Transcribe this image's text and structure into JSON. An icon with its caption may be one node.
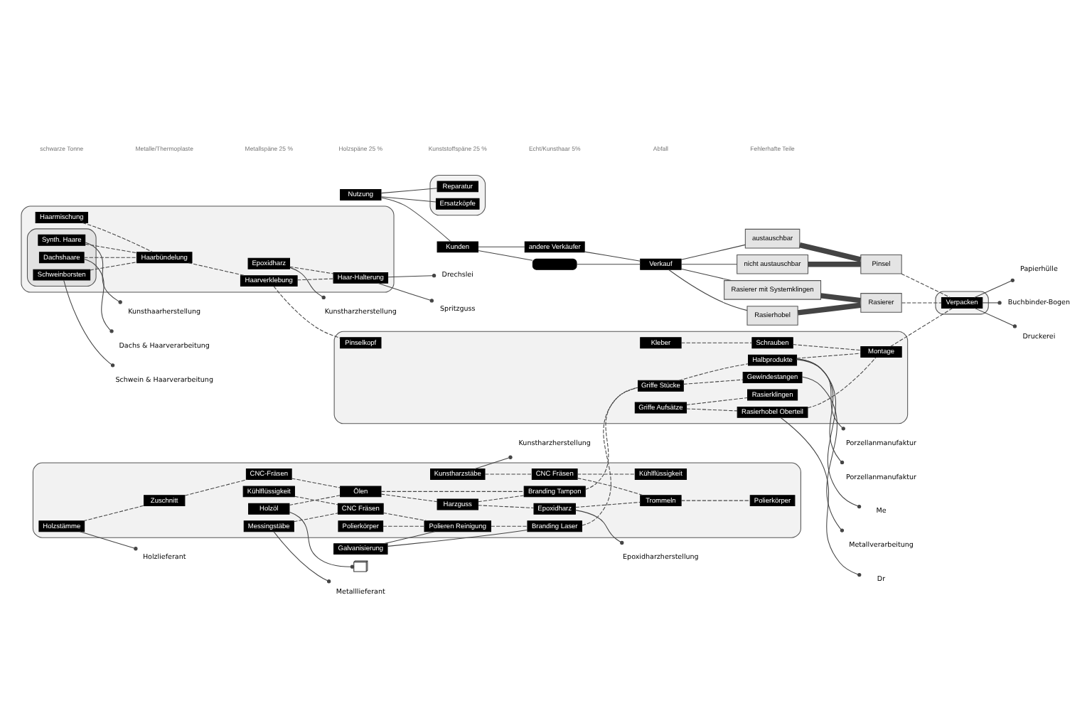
{
  "diagram": {
    "nodes": [
      {
        "text": [],
        "shape": "box"
      },
      {
        "text": [
          "Metalllieferant"
        ]
      },
      {
        "text": [],
        "shape": "picture"
      },
      {
        "text": [
          "Holzlieferant"
        ]
      },
      {
        "text": [
          "Epoxidharzherstellung"
        ]
      },
      {
        "text": [
          "Kunstharzherstellung"
        ]
      },
      {
        "text": [
          "Messingstäbe"
        ],
        "in": 0
      },
      {
        "text": [
          "Holzstämme"
        ],
        "in": 0
      },
      {
        "text": [
          "Kunstharzstäbe"
        ],
        "in": 0
      },
      {
        "text": [
          "Zuschnitt"
        ],
        "in": 0
      },
      {
        "text": [
          "Kühlflüssigkeit"
        ],
        "in": 0
      },
      {
        "text": [
          "CNC Fräsen"
        ],
        "in": 0
      },
      {
        "text": [
          "CNC-Fräsen"
        ],
        "in": 0
      },
      {
        "text": [
          "CNC Fräsen"
        ],
        "in": 0
      },
      {
        "text": [
          "Kühlflüssigkeit"
        ],
        "in": 0
      },
      {
        "text": [
          "Polierkörper"
        ],
        "in": 0
      },
      {
        "text": [
          "Polieren Reinigung"
        ],
        "in": 0
      },
      {
        "text": [
          "Holzöl"
        ],
        "in": 0
      },
      {
        "text": [
          "Ölen"
        ],
        "in": 0
      },
      {
        "text": [
          "Harzguss"
        ],
        "in": 0
      },
      {
        "text": [
          "Epoxidharz"
        ],
        "in": 0
      },
      {
        "text": [
          "Trommeln"
        ],
        "in": 0
      },
      {
        "text": [
          "Polierkörper"
        ],
        "in": 0
      },
      {
        "text": [
          "Galvanisierung"
        ]
      },
      {
        "text": [
          "Branding Laser"
        ],
        "in": 0
      },
      {
        "text": [
          "Branding Tampon"
        ],
        "in": 0
      },
      {
        "text": [
          "Kunsthaarherstellung"
        ]
      },
      {
        "text": [
          "Dachs & Haarverarbeitung"
        ]
      },
      {
        "text": [
          "Schwein & Haarverarbeitung"
        ]
      },
      {
        "text": [],
        "shape": "box"
      },
      {
        "text": [],
        "shape": "box",
        "in": 29
      },
      {
        "text": [
          "Synth. Haare"
        ],
        "in": 30
      },
      {
        "text": [
          "Dachshaare"
        ],
        "in": 30
      },
      {
        "text": [
          "Schweinborsten"
        ],
        "in": 30
      },
      {
        "text": [
          "Haarmischung"
        ],
        "in": 29
      },
      {
        "text": [
          "Haarbündelung"
        ],
        "in": 29
      },
      {
        "text": [
          "Epoxidharz"
        ],
        "in": 29
      },
      {
        "text": [
          "Haarverklebung"
        ],
        "in": 29
      },
      {
        "text": [
          "Haar-Halterung"
        ],
        "in": 29
      },
      {
        "text": [
          "Kunstharzherstellung"
        ]
      },
      {
        "text": [
          "Drechslei"
        ]
      },
      {
        "text": [
          "Spritzguss"
        ]
      },
      {
        "text": [
          "Porzellanmanufaktur"
        ]
      },
      {
        "text": [
          "Porzellanmanufaktur"
        ]
      },
      {
        "text": [
          "Me"
        ]
      },
      {
        "text": [],
        "shape": "box"
      },
      {
        "text": [
          "Pinselkopf"
        ],
        "in": 45
      },
      {
        "text": [
          "Griffe Stücke"
        ],
        "in": 45
      },
      {
        "text": [
          "Halbprodukte"
        ],
        "in": 45
      },
      {
        "text": [
          "Gewindestangen"
        ],
        "in": 45
      },
      {
        "text": [
          "Griffe Aufsätze"
        ],
        "in": 45
      },
      {
        "text": [
          "Rasierklingen"
        ],
        "in": 45
      },
      {
        "text": [
          "Rasierhobel Oberteil"
        ],
        "in": 45
      },
      {
        "text": [
          "Montage"
        ],
        "in": 45
      },
      {
        "text": [
          "Kleber"
        ],
        "in": 45
      },
      {
        "text": [
          "Schrauben"
        ],
        "in": 45
      },
      {
        "text": [
          "Metallverarbeitung"
        ]
      },
      {
        "text": [
          "Dr"
        ]
      },
      {
        "text": [],
        "shape": "box"
      },
      {
        "text": [
          "Verpacken"
        ],
        "in": 58
      },
      {
        "text": [
          "Papierhülle"
        ]
      },
      {
        "text": [
          "Buchbinder-Bogen"
        ]
      },
      {
        "text": [
          "Druckerei"
        ]
      },
      {
        "text": [],
        "shape": "box"
      },
      {
        "text": [
          "Reparatur"
        ],
        "in": 63
      },
      {
        "text": [
          "Ersatzköpfe"
        ],
        "in": 63
      },
      {
        "text": [
          "Nutzung"
        ]
      },
      {
        "text": [
          "Kunden"
        ]
      },
      {
        "text": [],
        "shape": "box"
      },
      {
        "text": [
          "andere Verkäufer"
        ]
      },
      {
        "text": [
          "Verkauf"
        ]
      },
      {
        "text": [
          "austauschbar"
        ]
      },
      {
        "text": [
          "nicht austauschbar"
        ]
      },
      {
        "text": [
          "Rasierer mit Systemklingen"
        ]
      },
      {
        "text": [
          "Rasierhobel"
        ]
      },
      {
        "text": [
          "Pinsel"
        ]
      },
      {
        "text": [
          "Rasierer"
        ]
      }
    ],
    "edges": [
      {
        "from": 6,
        "to": 1,
        "arrow": "other"
      },
      {
        "from": 17,
        "to": 2,
        "arrow": "other"
      },
      {
        "from": 7,
        "to": 3,
        "arrow": "other"
      },
      {
        "from": 20,
        "to": 4,
        "arrow": "other"
      },
      {
        "from": 8,
        "to": 5,
        "arrow": "other"
      },
      {
        "from": 6,
        "to": 11,
        "arrow": "none",
        "style": "dashed"
      },
      {
        "from": 10,
        "to": 11,
        "arrow": "none",
        "style": "dashed"
      },
      {
        "from": 11,
        "to": 16,
        "arrow": "none",
        "style": "dashed"
      },
      {
        "from": 15,
        "to": 16,
        "arrow": "none",
        "style": "dashed"
      },
      {
        "from": 23,
        "to": 16,
        "arrow": "none"
      },
      {
        "from": 23,
        "to": 24,
        "arrow": "none"
      },
      {
        "from": 16,
        "to": 24,
        "arrow": "none",
        "style": "dashed"
      },
      {
        "from": 7,
        "to": 9,
        "arrow": "none",
        "style": "dashed"
      },
      {
        "from": 9,
        "to": 12,
        "arrow": "none",
        "style": "dashed"
      },
      {
        "from": 12,
        "to": 18,
        "arrow": "none",
        "style": "dashed"
      },
      {
        "from": 17,
        "to": 18,
        "arrow": "none",
        "style": "dashed"
      },
      {
        "from": 18,
        "to": 19,
        "arrow": "none",
        "style": "dashed"
      },
      {
        "from": 19,
        "to": 20,
        "arrow": "none",
        "style": "dashed"
      },
      {
        "from": 18,
        "to": 25,
        "arrow": "none",
        "style": "dashed"
      },
      {
        "from": 19,
        "to": 25,
        "arrow": "none",
        "style": "dashed"
      },
      {
        "from": 20,
        "to": 21,
        "arrow": "none",
        "style": "dashed"
      },
      {
        "from": 8,
        "to": 13,
        "arrow": "none",
        "style": "dashed"
      },
      {
        "from": 13,
        "to": 14,
        "arrow": "none",
        "style": "dashed"
      },
      {
        "from": 13,
        "to": 21,
        "arrow": "none",
        "style": "dashed"
      },
      {
        "from": 21,
        "to": 22,
        "arrow": "none",
        "style": "dashed"
      },
      {
        "from": 24,
        "to": 47,
        "arrow": "none",
        "style": "dashed"
      },
      {
        "from": 25,
        "to": 47,
        "arrow": "none",
        "style": "dashed"
      },
      {
        "from": 31,
        "to": 26,
        "arrow": "other"
      },
      {
        "from": 32,
        "to": 27,
        "arrow": "other"
      },
      {
        "from": 33,
        "to": 28,
        "arrow": "other"
      },
      {
        "from": 31,
        "to": 35,
        "arrow": "none",
        "style": "dashed"
      },
      {
        "from": 32,
        "to": 35,
        "arrow": "none",
        "style": "dashed"
      },
      {
        "from": 33,
        "to": 35,
        "arrow": "none",
        "style": "dashed"
      },
      {
        "from": 34,
        "to": 35,
        "arrow": "none",
        "style": "dashed"
      },
      {
        "from": 35,
        "to": 37,
        "arrow": "none",
        "style": "dashed"
      },
      {
        "from": 36,
        "to": 38,
        "arrow": "none",
        "style": "dashed"
      },
      {
        "from": 37,
        "to": 38,
        "arrow": "none",
        "style": "dashed"
      },
      {
        "from": 36,
        "to": 39,
        "arrow": "other"
      },
      {
        "from": 38,
        "to": 40,
        "arrow": "other"
      },
      {
        "from": 38,
        "to": 41,
        "arrow": "other"
      },
      {
        "from": 48,
        "to": 42,
        "arrow": "other"
      },
      {
        "from": 48,
        "to": 43,
        "arrow": "other"
      },
      {
        "from": 48,
        "to": 44,
        "arrow": "other"
      },
      {
        "from": 37,
        "to": 46,
        "arrow": "none",
        "style": "dashed"
      },
      {
        "from": 47,
        "to": 48,
        "arrow": "none",
        "style": "dashed"
      },
      {
        "from": 47,
        "to": 49,
        "arrow": "none",
        "style": "dashed"
      },
      {
        "from": 49,
        "to": 56,
        "arrow": "other"
      },
      {
        "from": 48,
        "to": 53,
        "arrow": "none",
        "style": "dashed"
      },
      {
        "from": 50,
        "to": 51,
        "arrow": "none",
        "style": "dashed"
      },
      {
        "from": 50,
        "to": 52,
        "arrow": "none",
        "style": "dashed"
      },
      {
        "from": 52,
        "to": 57,
        "arrow": "other"
      },
      {
        "from": 52,
        "to": 53,
        "arrow": "none",
        "style": "dashed"
      },
      {
        "from": 54,
        "to": 55,
        "arrow": "none",
        "style": "dashed"
      },
      {
        "from": 55,
        "to": 53,
        "arrow": "none",
        "style": "dashed"
      },
      {
        "from": 53,
        "to": 59,
        "arrow": "none",
        "style": "dashed"
      },
      {
        "from": 59,
        "to": 60,
        "arrow": "other"
      },
      {
        "from": 59,
        "to": 61,
        "arrow": "other"
      },
      {
        "from": 59,
        "to": 62,
        "arrow": "other"
      },
      {
        "from": 75,
        "to": 59,
        "arrow": "none",
        "style": "dashed"
      },
      {
        "from": 76,
        "to": 59,
        "arrow": "none",
        "style": "dashed"
      },
      {
        "from": 71,
        "to": 75,
        "arrow": "none",
        "style": "thick"
      },
      {
        "from": 72,
        "to": 75,
        "arrow": "none",
        "style": "thick"
      },
      {
        "from": 73,
        "to": 76,
        "arrow": "none",
        "style": "thick"
      },
      {
        "from": 74,
        "to": 76,
        "arrow": "none",
        "style": "thick"
      },
      {
        "from": 70,
        "to": 71,
        "arrow": "none"
      },
      {
        "from": 70,
        "to": 72,
        "arrow": "none"
      },
      {
        "from": 70,
        "to": 73,
        "arrow": "none"
      },
      {
        "from": 70,
        "to": 74,
        "arrow": "none"
      },
      {
        "from": 68,
        "to": 70,
        "arrow": "none"
      },
      {
        "from": 69,
        "to": 70,
        "arrow": "none"
      },
      {
        "from": 67,
        "to": 68,
        "arrow": "none"
      },
      {
        "from": 67,
        "to": 69,
        "arrow": "none"
      },
      {
        "from": 66,
        "to": 67,
        "arrow": "none"
      },
      {
        "from": 66,
        "to": 64,
        "arrow": "none"
      },
      {
        "from": 66,
        "to": 65,
        "arrow": "none"
      }
    ],
    "labels": [
      "schwarze Tonne",
      "Metalle/Thermoplaste",
      "Metallspäne 25 %",
      "Holzspäne 25 %",
      "Kunststoffspäne 25 %",
      "Echt/Kunsthaar 5%",
      "Abfall",
      "Fehlerhafte Teile"
    ]
  }
}
